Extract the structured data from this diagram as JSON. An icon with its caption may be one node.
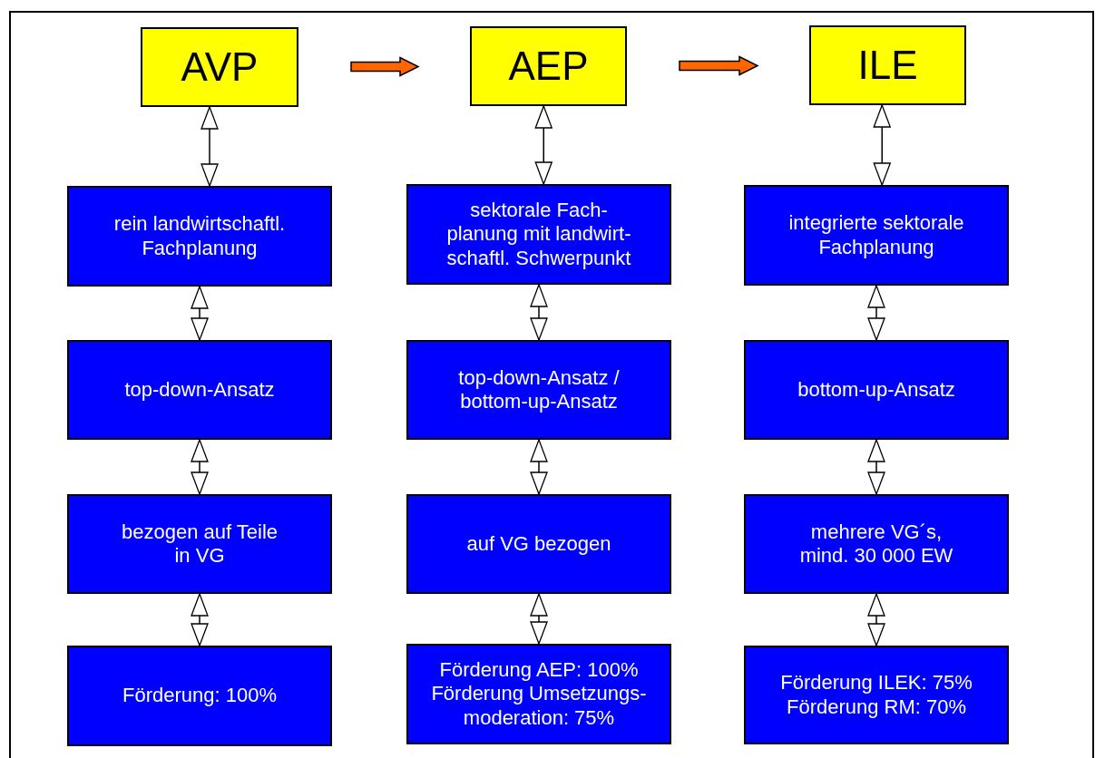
{
  "diagram": {
    "nodes": [
      {
        "text": [
          "AVP"
        ]
      },
      {
        "text": [
          "AEP"
        ]
      },
      {
        "text": [
          "ILE"
        ]
      },
      {
        "text": [
          "rein landwirtschaftl. Fachplanung"
        ]
      },
      {
        "text": [
          "sektorale Fach- planung mit landwirt- schaftl. Schwerpunkt"
        ]
      },
      {
        "text": [
          "integrierte sektorale Fachplanung"
        ]
      },
      {
        "text": [
          "top-down-Ansatz"
        ]
      },
      {
        "text": [
          "top-down-Ansatz / bottom-up-Ansatz"
        ]
      },
      {
        "text": [
          "bottom-up-Ansatz"
        ]
      },
      {
        "text": [
          "bezogen auf Teile in VG"
        ]
      },
      {
        "text": [
          "auf VG bezogen"
        ]
      },
      {
        "text": [
          "mehrere VG´s, mind. 30 000 EW"
        ]
      },
      {
        "text": [
          "Förderung: 100%"
        ]
      },
      {
        "text": [
          "Förderung AEP: 100% Förderung Umsetzungs- moderation: 75%"
        ]
      },
      {
        "text": [
          "Förderung ILEK: 75% Förderung RM: 70%"
        ]
      }
    ],
    "edges": [
      {
        "from": 0,
        "to": 1,
        "arrow": "to",
        "style": "thick",
        "color": "#ff6600"
      },
      {
        "from": 1,
        "to": 2,
        "arrow": "to",
        "style": "thick",
        "color": "#ff6600"
      },
      {
        "from": 0,
        "to": 3,
        "arrow": "both"
      },
      {
        "from": 1,
        "to": 4,
        "arrow": "both"
      },
      {
        "from": 2,
        "to": 5,
        "arrow": "both"
      },
      {
        "from": 3,
        "to": 6,
        "arrow": "both"
      },
      {
        "from": 4,
        "to": 7,
        "arrow": "both"
      },
      {
        "from": 5,
        "to": 8,
        "arrow": "both"
      },
      {
        "from": 6,
        "to": 9,
        "arrow": "both"
      },
      {
        "from": 7,
        "to": 10,
        "arrow": "both"
      },
      {
        "from": 8,
        "to": 11,
        "arrow": "both"
      },
      {
        "from": 9,
        "to": 12,
        "arrow": "both"
      },
      {
        "from": 10,
        "to": 13,
        "arrow": "both"
      },
      {
        "from": 11,
        "to": 14,
        "arrow": "both"
      }
    ]
  }
}
